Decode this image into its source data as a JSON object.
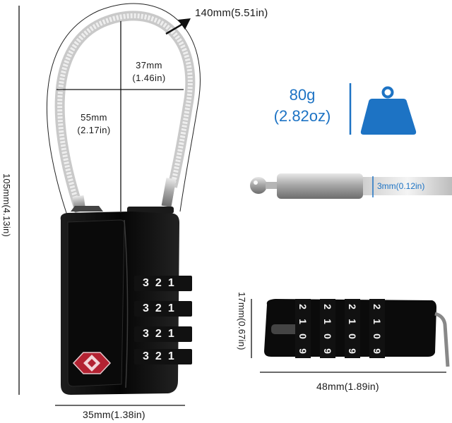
{
  "product": "TSA cable combination padlock (dimension diagram)",
  "dimensions": {
    "cable_length": "140mm(5.51in)",
    "shackle_inner_width_mm": "37mm",
    "shackle_inner_width_in": "(1.46in)",
    "shackle_inner_height_mm": "55mm",
    "shackle_inner_height_in": "(2.17in)",
    "total_height": "105mm(4.13in)",
    "body_width": "35mm(1.38in)",
    "cable_diameter": "3mm(0.12in)",
    "body_thickness": "17mm(0.67in)",
    "body_length": "48mm(1.89in)"
  },
  "weight": {
    "grams": "80g",
    "ounces": "(2.82oz)",
    "icon": "weight-icon"
  },
  "dials_front": [
    {
      "d1": "3",
      "d2": "2",
      "d3": "1"
    },
    {
      "d1": "3",
      "d2": "2",
      "d3": "1"
    },
    {
      "d1": "3",
      "d2": "2",
      "d3": "1"
    },
    {
      "d1": "3",
      "d2": "2",
      "d3": "1"
    }
  ],
  "dials_side": [
    {
      "a": "2",
      "b": "1",
      "c": "0",
      "d": "9"
    },
    {
      "a": "2",
      "b": "1",
      "c": "0",
      "d": "9"
    },
    {
      "a": "2",
      "b": "1",
      "c": "0",
      "d": "9"
    },
    {
      "a": "2",
      "b": "1",
      "c": "0",
      "d": "9"
    }
  ],
  "colors": {
    "accent_blue": "#1d73c4",
    "lock_body": "#0b0b0b",
    "tsa_logo": "#c8283a"
  }
}
